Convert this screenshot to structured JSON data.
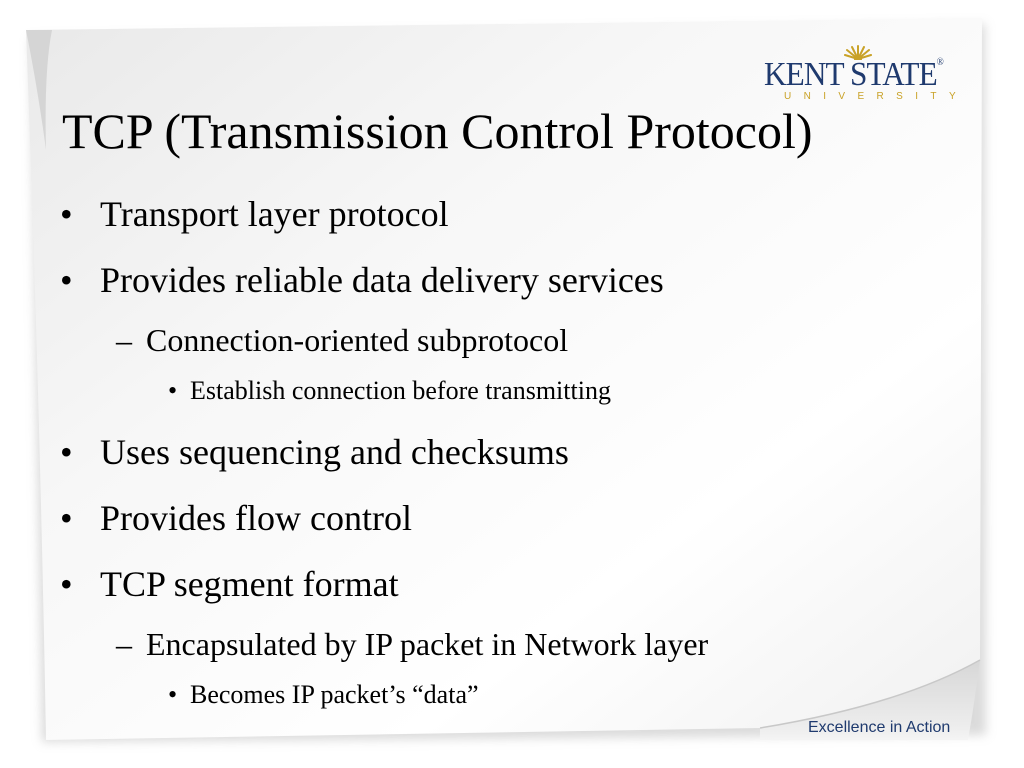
{
  "logo": {
    "name": "KENT STATE",
    "sub": "UNIVERSITY",
    "trademark": "®"
  },
  "title": "TCP (Transmission Control Protocol)",
  "bullets": [
    {
      "level": 1,
      "marker": "•",
      "text": "Transport layer protocol"
    },
    {
      "level": 1,
      "marker": "•",
      "text": "Provides reliable data delivery services"
    },
    {
      "level": 2,
      "marker": "–",
      "text": "Connection-oriented subprotocol"
    },
    {
      "level": 3,
      "marker": "•",
      "text": "Establish connection before transmitting"
    },
    {
      "level": 1,
      "marker": "•",
      "text": "Uses sequencing and checksums"
    },
    {
      "level": 1,
      "marker": "•",
      "text": "Provides flow control"
    },
    {
      "level": 1,
      "marker": "•",
      "text": "TCP segment format"
    },
    {
      "level": 2,
      "marker": "–",
      "text": "Encapsulated by IP packet in Network layer"
    },
    {
      "level": 3,
      "marker": "•",
      "text": "Becomes IP packet’s “data”"
    }
  ],
  "tagline": "Excellence in Action",
  "colors": {
    "brand_blue": "#1f3a6e",
    "brand_gold": "#c9a227",
    "text": "#000000"
  }
}
